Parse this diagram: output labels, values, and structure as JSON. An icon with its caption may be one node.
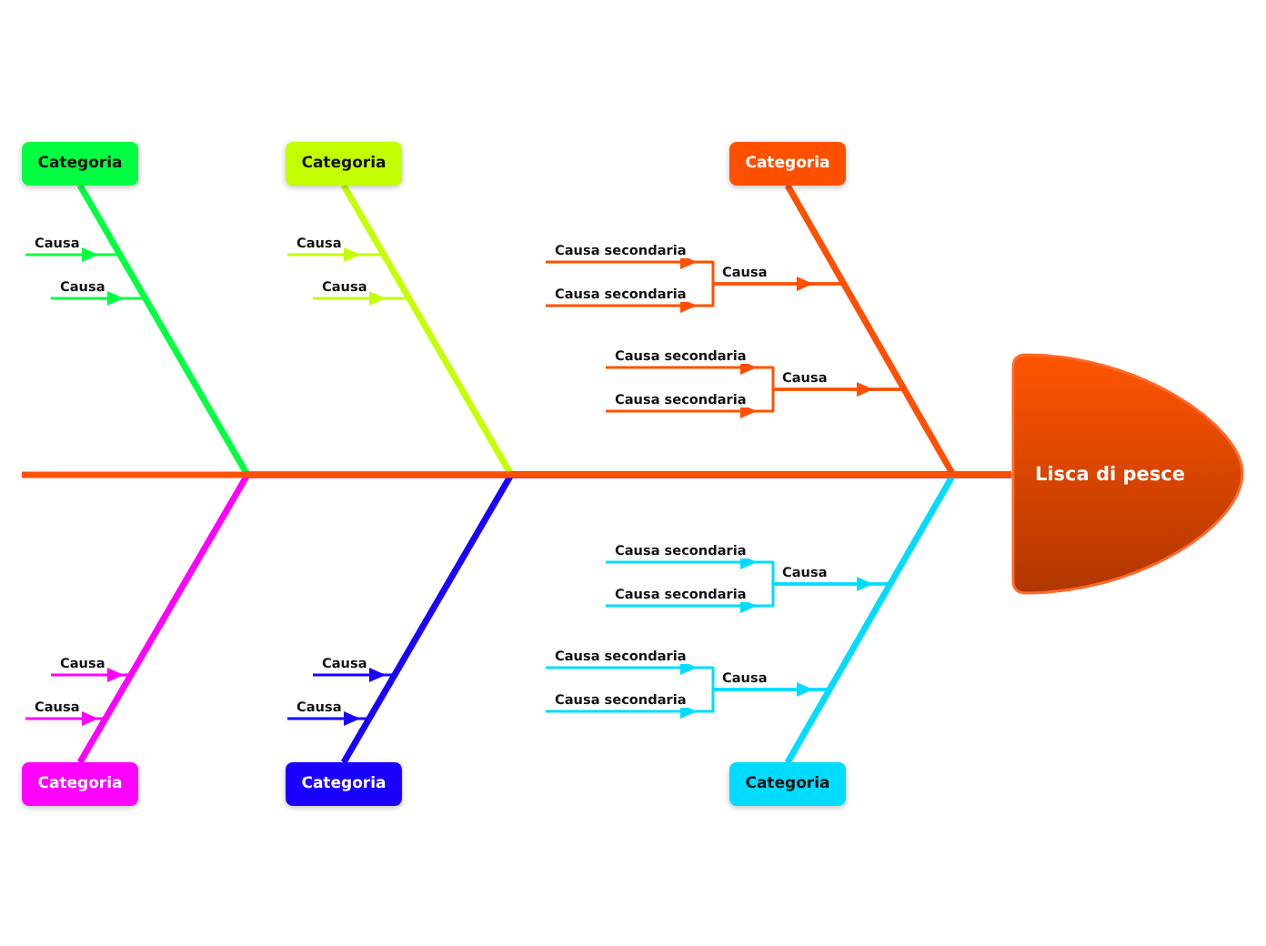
{
  "diagram": {
    "nodes": [
      {
        "text": [
          "Categoria"
        ]
      },
      {
        "text": [
          "Categoria"
        ]
      },
      {
        "text": [
          "Categoria"
        ]
      },
      {
        "text": [
          "Lisca di pesce"
        ]
      },
      {
        "text": [
          "Categoria"
        ]
      },
      {
        "text": [
          "Categoria"
        ]
      },
      {
        "text": [
          "Categoria"
        ]
      }
    ],
    "edges": [
      {
        "from": null,
        "to": 3,
        "arrow": "none",
        "style": "thick"
      },
      {
        "from": 0,
        "to": 3,
        "arrow": "none",
        "style": "thick",
        "color": "#00ff40"
      },
      {
        "from": 1,
        "to": 3,
        "arrow": "none",
        "style": "thick",
        "color": "#c4ff00"
      },
      {
        "from": 2,
        "to": 3,
        "arrow": "none",
        "style": "thick"
      },
      {
        "from": 4,
        "to": 3,
        "arrow": "none",
        "style": "thick",
        "color": "#ff00ff"
      },
      {
        "from": 5,
        "to": 3,
        "arrow": "none",
        "style": "thick",
        "color": "#1a00ff"
      },
      {
        "from": 6,
        "to": 3,
        "arrow": "none",
        "style": "thick",
        "color": "#00dcff"
      },
      {
        "from": null,
        "to": 0,
        "arrow": "to",
        "label": "Causa",
        "color": "#00ff40"
      },
      {
        "from": null,
        "to": 0,
        "arrow": "to",
        "label": "Causa",
        "color": "#00ff40"
      },
      {
        "from": null,
        "to": 1,
        "arrow": "to",
        "label": "Causa",
        "color": "#c4ff00"
      },
      {
        "from": null,
        "to": 1,
        "arrow": "to",
        "label": "Causa",
        "color": "#c4ff00"
      },
      {
        "from": null,
        "to": 2,
        "arrow": "to",
        "label": "Causa"
      },
      {
        "from": null,
        "to": 2,
        "arrow": "to",
        "label": "Causa secondaria"
      },
      {
        "from": null,
        "to": 2,
        "arrow": "to",
        "label": "Causa secondaria"
      },
      {
        "from": null,
        "to": 2,
        "arrow": "to",
        "label": "Causa"
      },
      {
        "from": null,
        "to": 2,
        "arrow": "to",
        "label": "Causa secondaria"
      },
      {
        "from": null,
        "to": 2,
        "arrow": "to",
        "label": "Causa secondaria"
      },
      {
        "from": null,
        "to": 6,
        "arrow": "to",
        "label": "Causa",
        "color": "#00dcff"
      },
      {
        "from": null,
        "to": 6,
        "arrow": "to",
        "label": "Causa secondaria",
        "color": "#00dcff"
      },
      {
        "from": null,
        "to": 6,
        "arrow": "to",
        "label": "Causa secondaria",
        "color": "#00dcff"
      },
      {
        "from": null,
        "to": 6,
        "arrow": "to",
        "label": "Causa",
        "color": "#00dcff"
      },
      {
        "from": null,
        "to": 6,
        "arrow": "to",
        "label": "Causa secondaria",
        "color": "#00dcff"
      },
      {
        "from": null,
        "to": 6,
        "arrow": "to",
        "label": "Causa secondaria",
        "color": "#00dcff"
      },
      {
        "from": null,
        "to": 4,
        "arrow": "to",
        "label": "Causa",
        "color": "#ff00ff"
      },
      {
        "from": null,
        "to": 4,
        "arrow": "to",
        "label": "Causa",
        "color": "#ff00ff"
      },
      {
        "from": null,
        "to": 5,
        "arrow": "to",
        "label": "Causa",
        "color": "#1a00ff"
      },
      {
        "from": null,
        "to": 5,
        "arrow": "to",
        "label": "Causa",
        "color": "#1a00ff"
      }
    ]
  }
}
